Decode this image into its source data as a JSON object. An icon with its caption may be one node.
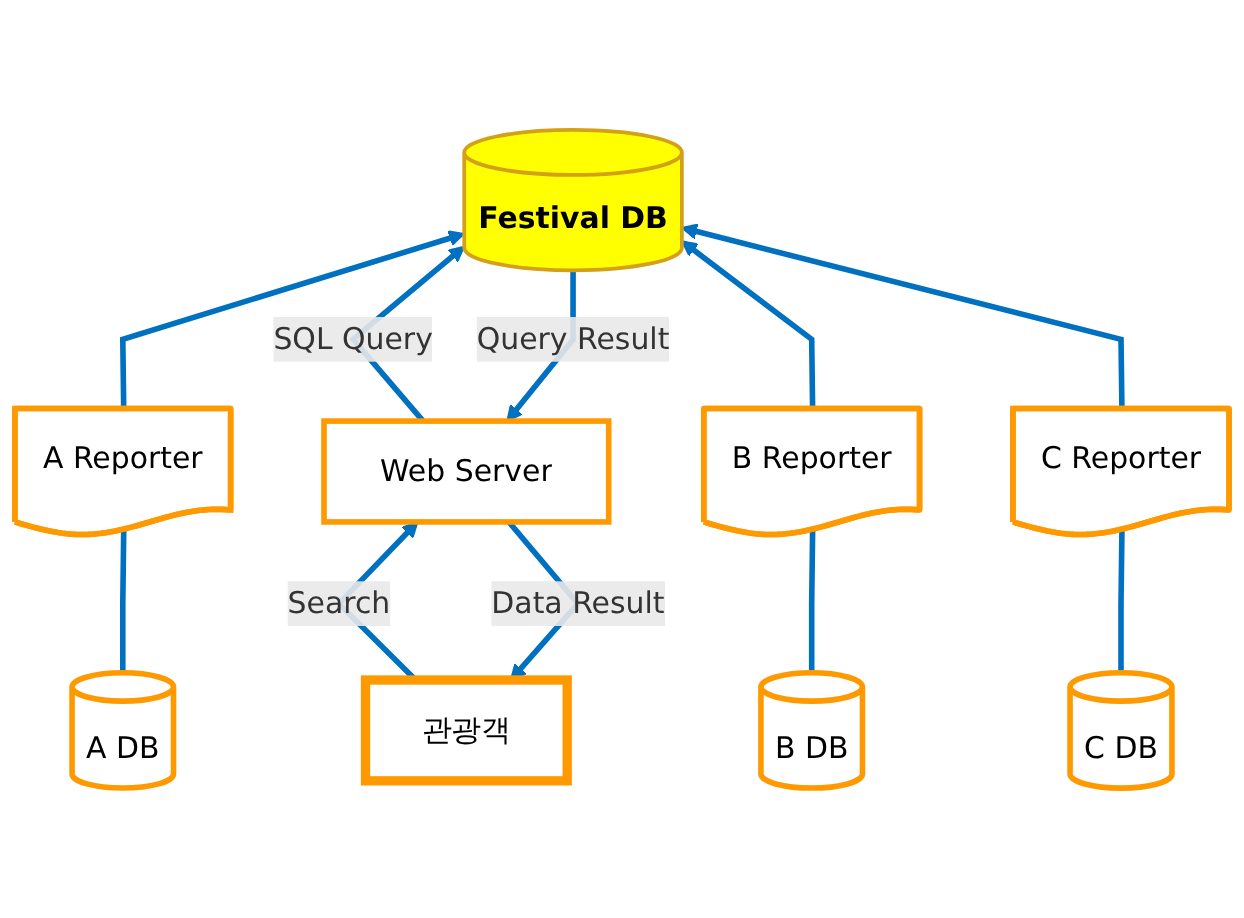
{
  "diagram": {
    "nodes": [
      {
        "text": [
          "관광객"
        ]
      },
      {
        "text": [
          "Web Server"
        ]
      },
      {
        "text": [
          "Festival DB"
        ]
      },
      {
        "text": [
          "A Reporter"
        ]
      },
      {
        "text": [
          "B Reporter"
        ]
      },
      {
        "text": [
          "C Reporter"
        ]
      },
      {
        "text": [
          "A DB"
        ]
      },
      {
        "text": [
          "B DB"
        ]
      },
      {
        "text": [
          "C DB"
        ]
      }
    ],
    "edges": [
      {
        "from": 1,
        "to": 0,
        "arrow": "to",
        "label": "Data Result"
      },
      {
        "from": 0,
        "to": 1,
        "arrow": "to",
        "label": "Search"
      },
      {
        "from": 2,
        "to": 1,
        "arrow": "to",
        "label": "Query Result"
      },
      {
        "from": 1,
        "to": 2,
        "arrow": "to",
        "label": "SQL Query"
      },
      {
        "from": 3,
        "to": 2,
        "arrow": "to"
      },
      {
        "from": 4,
        "to": 2,
        "arrow": "to"
      },
      {
        "from": 5,
        "to": 2,
        "arrow": "to"
      },
      {
        "from": 6,
        "to": 3,
        "arrow": "none"
      },
      {
        "from": 7,
        "to": 4,
        "arrow": "none"
      },
      {
        "from": 8,
        "to": 5,
        "arrow": "none"
      }
    ]
  }
}
